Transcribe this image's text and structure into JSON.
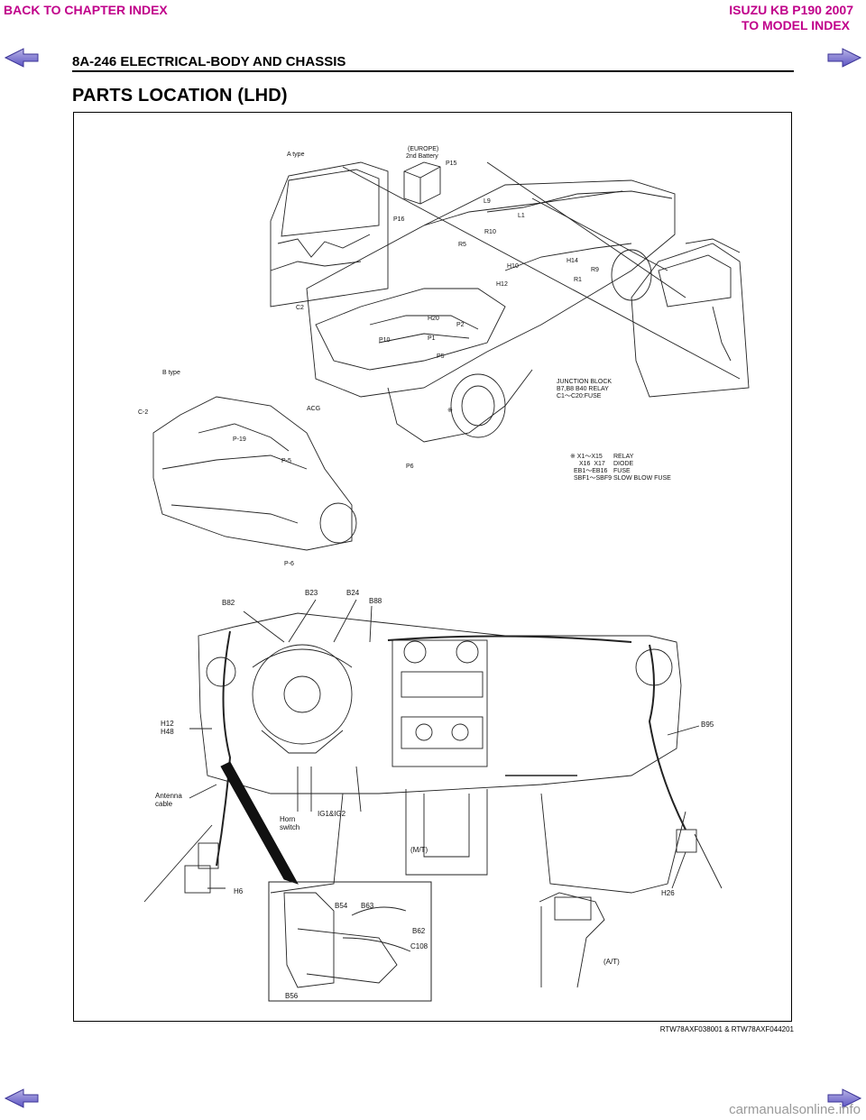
{
  "header": {
    "back_chapter": "BACK TO CHAPTER INDEX",
    "vehicle": "ISUZU KB P190 2007",
    "model_index": "TO MODEL INDEX",
    "section_title": "8A-246  ELECTRICAL-BODY AND CHASSIS"
  },
  "page_title": "PARTS LOCATION (LHD)",
  "figure": {
    "upper_labels": {
      "a_type": "A type",
      "europe": "(EUROPE)",
      "second_battery": "2nd Battery",
      "p15": "P15",
      "p16": "P16",
      "l9": "L9",
      "l1": "L1",
      "r10": "R10",
      "r5": "R5",
      "h10": "H10",
      "h14": "H14",
      "r9": "R9",
      "r1": "R1",
      "h12": "H12",
      "c2": "C2",
      "h20": "H20",
      "p2": "P2",
      "p1": "P1",
      "p5": "P5",
      "p10": "P10",
      "junction_block": "JUNCTION BLOCK",
      "relay_b7": "B7,B8 B40 RELAY",
      "fuse_c1": "C1～C20:FUSE",
      "b_type": "B type",
      "c2_b": "C-2",
      "acg": "ACG",
      "p19": "P-19",
      "p5_b": "P-5",
      "p6": "P6",
      "p6_b": "P-6",
      "asterisk": "※",
      "legend": [
        {
          "code": "※ X1～X15",
          "meaning": "RELAY"
        },
        {
          "code": "X16  X17",
          "meaning": "DIODE"
        },
        {
          "code": "EB1～EB16",
          "meaning": "FUSE"
        },
        {
          "code": "SBF1～SBF9",
          "meaning": "SLOW BLOW FUSE"
        }
      ]
    },
    "lower_labels": {
      "b82": "B82",
      "b23": "B23",
      "b24": "B24",
      "b88": "B88",
      "h12_h48": "H12\nH48",
      "b95": "B95",
      "antenna": "Antenna\ncable",
      "horn": "Horn\nswitch",
      "ig": "IG1&IG2",
      "mt": "(M/T)",
      "h6": "H6",
      "h26": "H26",
      "b54": "B54",
      "b63": "B63",
      "b62": "B62",
      "c108": "C108",
      "b56": "B56",
      "at": "(A/T)"
    },
    "doc_code": "RTW78AXF038001 & RTW78AXF044201"
  },
  "watermark": "carmanualsonline.info"
}
